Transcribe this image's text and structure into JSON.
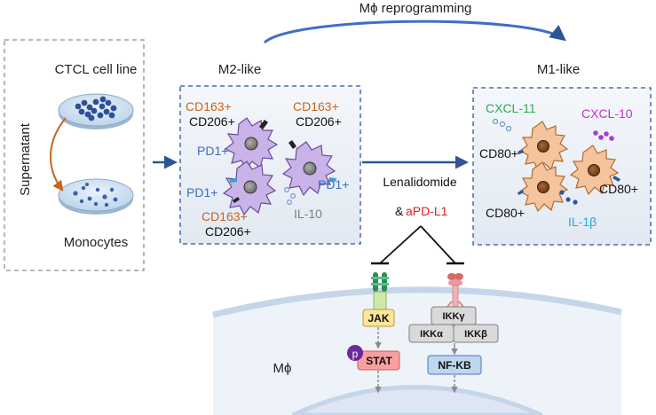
{
  "title": "Mϕ reprogramming",
  "left_panel": {
    "top_label": "CTCL cell line",
    "side_label": "Supernatant",
    "bottom_label": "Monocytes"
  },
  "m2_panel": {
    "title": "M2-like",
    "markers": [
      {
        "a": "CD163+",
        "b": "CD206+"
      },
      {
        "a": "CD163+",
        "b": "CD206+"
      },
      {
        "a": "CD163+",
        "b": "CD206+"
      }
    ],
    "pd1": [
      "PD1+",
      "PD1+",
      "PD1+"
    ],
    "il10": "IL-10"
  },
  "m1_panel": {
    "title": "M1-like",
    "cxcl11": "CXCL-11",
    "cxcl10": "CXCL-10",
    "cd80": [
      "CD80+",
      "CD80+",
      "CD80+"
    ],
    "il1b": "IL-1β"
  },
  "treatment": {
    "drug": "Lenalidomide",
    "amp": "&",
    "antibody": "aPD-L1"
  },
  "pathway": {
    "cell_label": "Mϕ",
    "jak": "JAK",
    "stat": "STAT",
    "p": "p",
    "ikkg": "IKKγ",
    "ikka": "IKKα",
    "ikkb": "IKKβ",
    "nfkb": "NF-KB"
  },
  "colors": {
    "orange_text": "#c8651b",
    "blue_text": "#3a6fc4",
    "green_text": "#2bab4f",
    "magenta_text": "#c42fd0",
    "cyan_text": "#27a8d9",
    "red_text": "#e02020",
    "arrow_blue": "#2f5597",
    "m2_cell": "#c9b3e8",
    "m1_cell": "#f5c49c",
    "jak_fill": "#ffe699",
    "stat_fill": "#f8a0a0",
    "nfkb_fill": "#bdd7ee",
    "ikk_fill": "#d9d9d9"
  }
}
